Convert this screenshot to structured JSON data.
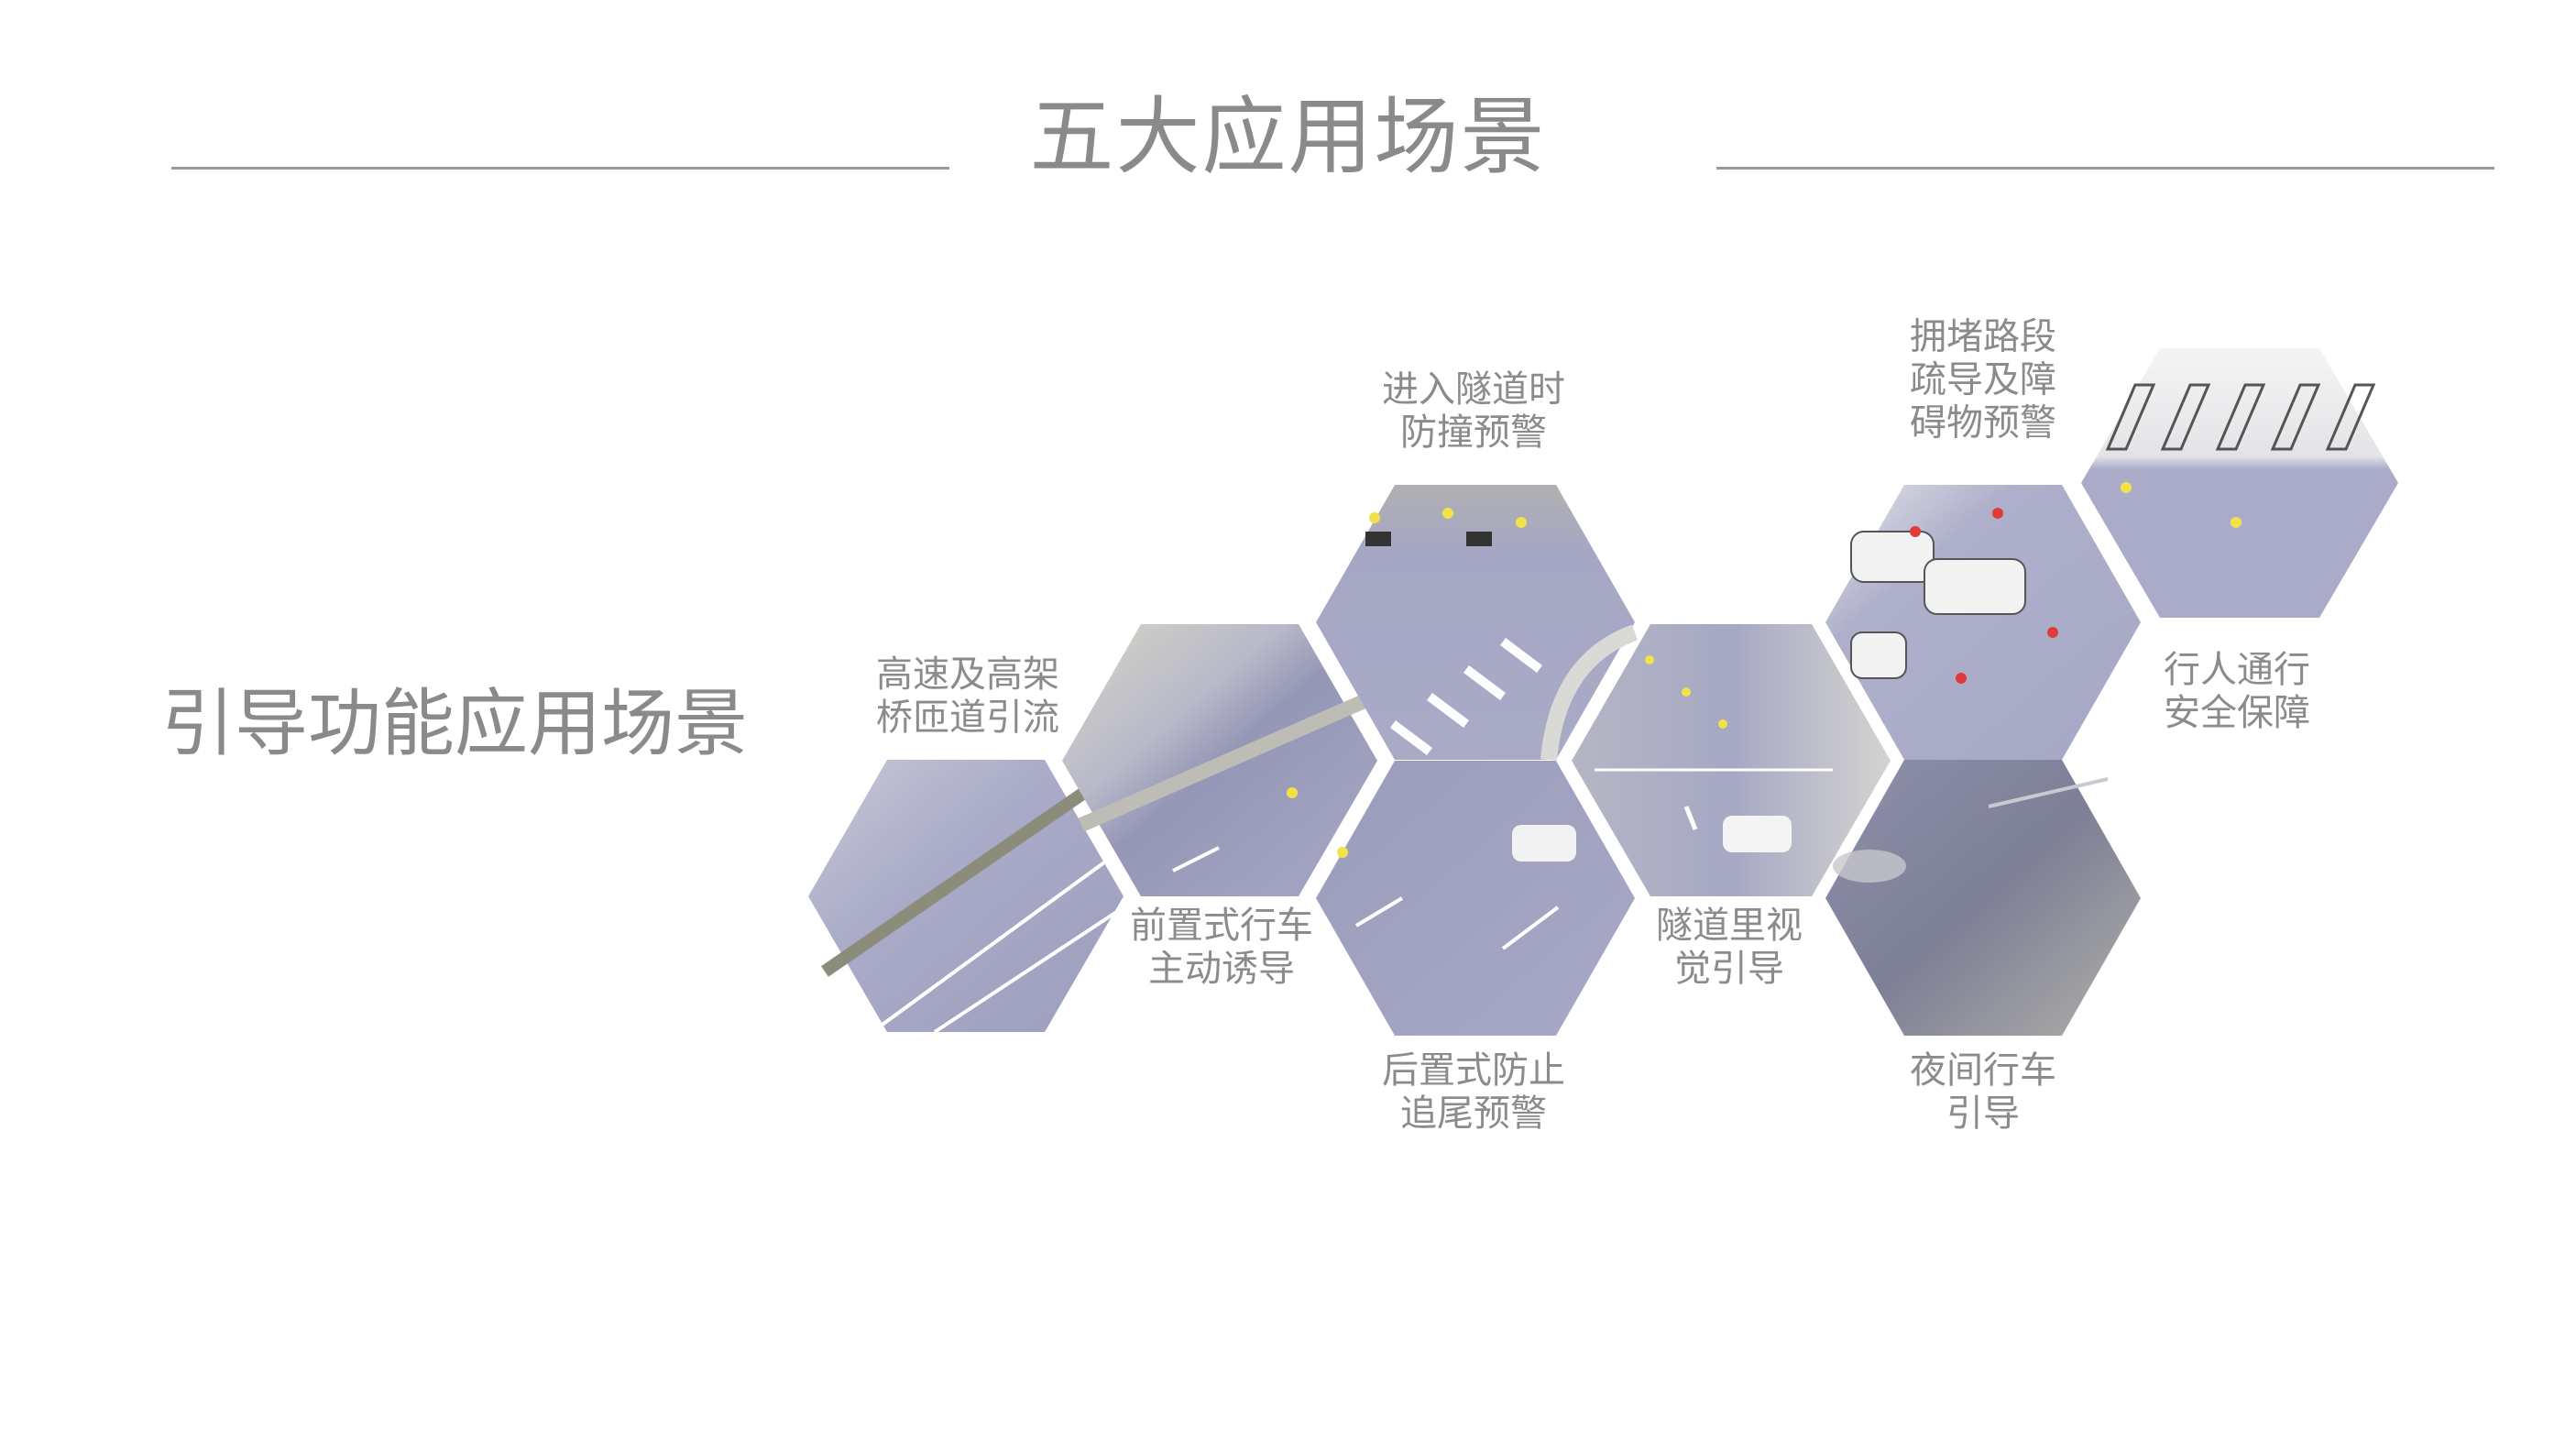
{
  "title": "五大应用场景",
  "left_heading": "引导功能应用场景",
  "scenarios": [
    {
      "lines": [
        "高速及高架",
        "桥匝道引流"
      ]
    },
    {
      "lines": [
        "前置式行车",
        "主动诱导"
      ]
    },
    {
      "lines": [
        "进入隧道时",
        "防撞预警"
      ]
    },
    {
      "lines": [
        "后置式防止",
        "追尾预警"
      ]
    },
    {
      "lines": [
        "隧道里视",
        "觉引导"
      ]
    },
    {
      "lines": [
        "拥堵路段",
        "疏导及障",
        "碍物预警"
      ]
    },
    {
      "lines": [
        "行人通行",
        "安全保障"
      ]
    },
    {
      "lines": [
        "夜间行车",
        "引导"
      ]
    }
  ],
  "colors": {
    "text": "#8a8a8a",
    "road": "#a8aac6",
    "road_dark": "#8d8fae",
    "marker": "#f2e24a",
    "alert": "#e03a3a"
  }
}
